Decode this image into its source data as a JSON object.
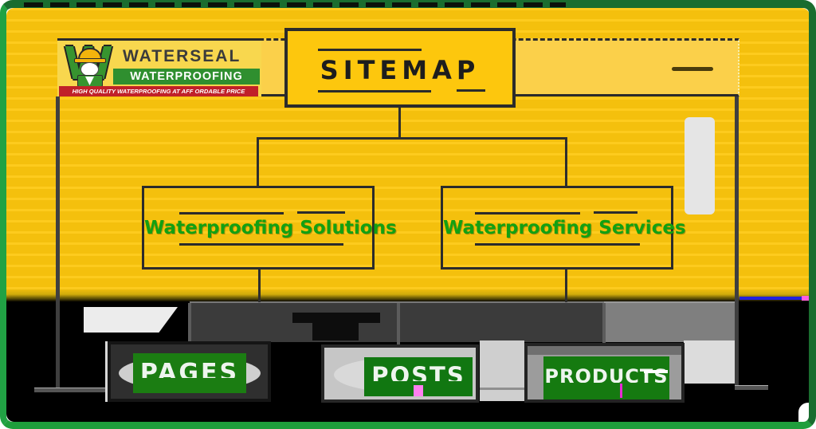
{
  "logo": {
    "monogram": "W",
    "brand": "WATERSEAL",
    "brand_sub": "WATERPROOFING",
    "tagline": "HIGH QUALITY WATERPROOFING AT AFF ORDABLE PRICE"
  },
  "sitemap": {
    "title": "SITEMAP"
  },
  "nodes": {
    "solutions": "Waterproofing Solutions",
    "services": "Waterproofing Services"
  },
  "leaves": {
    "pages": "PAGES",
    "posts": "POSTS",
    "products": "PRODUCTS"
  },
  "colors": {
    "main_yellow": "#fdc70d",
    "band_yellow": "#fbd04a",
    "logo_yellow": "#f8d74e",
    "frame_green_bright": "#21a244",
    "frame_green_dark": "#1a6d2f",
    "node_text_green": "#12a012",
    "leaf_plate_green": "#157a12",
    "logo_band_green": "#2f8f2f",
    "tagline_red": "#c02129",
    "line_dark": "#2e2e2e",
    "glitch_blue": "#2222dd",
    "glitch_magenta": "#ff5ce0"
  }
}
